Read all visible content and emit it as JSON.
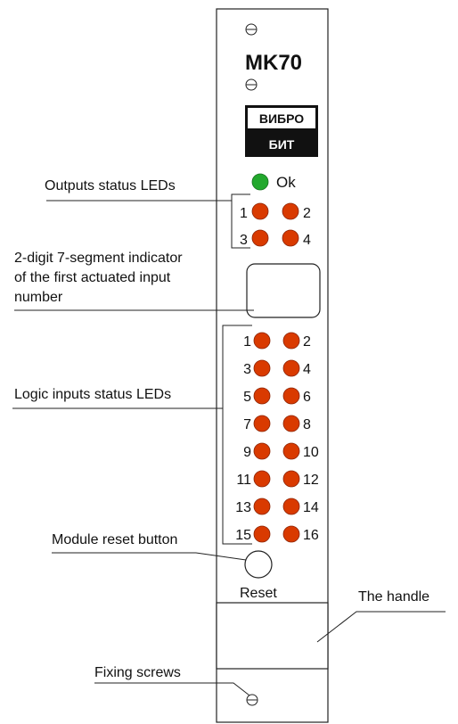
{
  "module": {
    "title": "MK70",
    "logo_top": "ВИБРО",
    "logo_bottom": "БИТ",
    "ok_label": "Ok",
    "reset_label": "Reset"
  },
  "output_leds": {
    "labels": [
      "1",
      "2",
      "3",
      "4"
    ],
    "color": "#d93a00"
  },
  "input_leds": {
    "labels": [
      "1",
      "2",
      "3",
      "4",
      "5",
      "6",
      "7",
      "8",
      "9",
      "10",
      "11",
      "12",
      "13",
      "14",
      "15",
      "16"
    ],
    "color": "#d93a00"
  },
  "ok_led_color": "#22a82d",
  "annotations": {
    "outputs": "Outputs status LEDs",
    "indicator_line1": "2-digit 7-segment indicator",
    "indicator_line2": "of the first actuated input",
    "indicator_line3": "number",
    "logic_inputs": "Logic inputs status LEDs",
    "reset_button": "Module reset button",
    "handle": "The handle",
    "screws": "Fixing screws"
  },
  "icons": {
    "screw": "screw-icon"
  }
}
